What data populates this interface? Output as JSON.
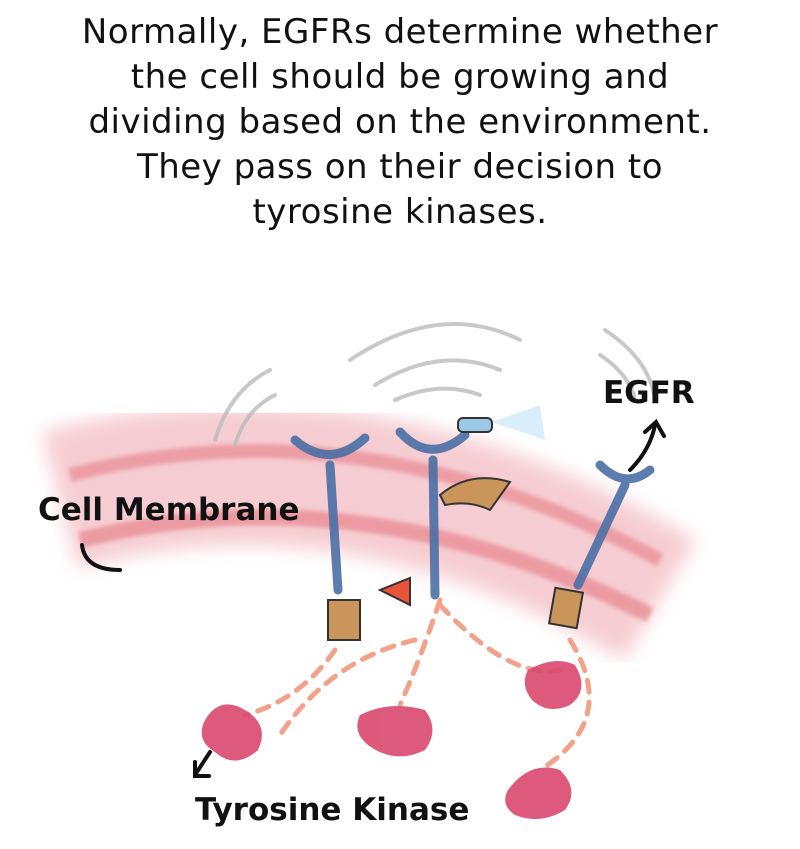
{
  "caption": {
    "lines": [
      "Normally, EGFRs determine whether",
      "the cell should be growing and",
      "dividing based on the environment.",
      "They pass on their decision to",
      "tyrosine kinases."
    ]
  },
  "labels": {
    "egfr": "EGFR",
    "cell_membrane": "Cell Membrane",
    "tyrosine_kinase": "Tyrosine Kinase"
  },
  "colors": {
    "membrane": "#e88a93",
    "receptor": "#4a6fa5",
    "kinase": "#d9486e",
    "signal_line": "#f2a28a",
    "note": "#c9955a"
  }
}
